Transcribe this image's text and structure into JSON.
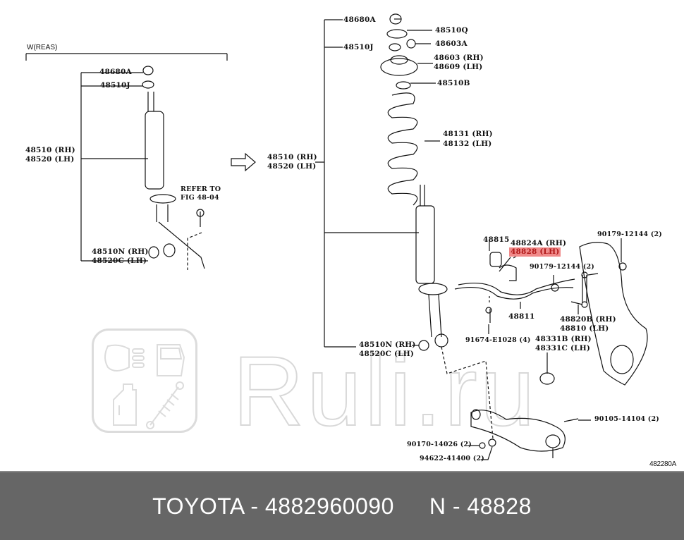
{
  "diagram": {
    "section_label": "W(REAS)",
    "figure_code": "482280A",
    "refer_note": [
      "REFER TO",
      "FIG 48-04"
    ],
    "left_assembly": {
      "labels": [
        {
          "id": "l_48680A",
          "text": "48680A"
        },
        {
          "id": "l_48510J",
          "text": "48510J"
        },
        {
          "id": "l_48510",
          "text": "48510 (RH)"
        },
        {
          "id": "l_48520",
          "text": "48520 (LH)"
        },
        {
          "id": "l_48510N",
          "text": "48510N (RH)"
        },
        {
          "id": "l_48520C",
          "text": "48520C (LH)"
        }
      ]
    },
    "right_assembly": {
      "labels": [
        {
          "id": "r_48680A",
          "text": "48680A"
        },
        {
          "id": "r_48510Q",
          "text": "48510Q"
        },
        {
          "id": "r_48510J",
          "text": "48510J"
        },
        {
          "id": "r_48603A",
          "text": "48603A"
        },
        {
          "id": "r_48603",
          "text": "48603 (RH)"
        },
        {
          "id": "r_48609",
          "text": "48609 (LH)"
        },
        {
          "id": "r_48510B",
          "text": "48510B"
        },
        {
          "id": "r_48131",
          "text": "48131 (RH)"
        },
        {
          "id": "r_48132",
          "text": "48132 (LH)"
        },
        {
          "id": "r_48510",
          "text": "48510 (RH)"
        },
        {
          "id": "r_48520",
          "text": "48520 (LH)"
        },
        {
          "id": "r_48815",
          "text": "48815"
        },
        {
          "id": "r_48824A",
          "text": "48824A (RH)"
        },
        {
          "id": "r_48828",
          "text": "48828 (LH)",
          "highlighted": true
        },
        {
          "id": "r_90179a",
          "text": "90179-12144 (2)"
        },
        {
          "id": "r_90179b",
          "text": "90179-12144 (2)"
        },
        {
          "id": "r_48811",
          "text": "48811"
        },
        {
          "id": "r_91674",
          "text": "91674-E1028 (4)"
        },
        {
          "id": "r_48820B",
          "text": "48820B (RH)"
        },
        {
          "id": "r_48810",
          "text": "48810 (LH)"
        },
        {
          "id": "r_48331B",
          "text": "48331B (RH)"
        },
        {
          "id": "r_48331C",
          "text": "48331C (LH)"
        },
        {
          "id": "r_48510N",
          "text": "48510N (RH)"
        },
        {
          "id": "r_48520C",
          "text": "48520C (LH)"
        },
        {
          "id": "r_90105",
          "text": "90105-14104 (2)"
        },
        {
          "id": "r_90170",
          "text": "90170-14026 (2)"
        },
        {
          "id": "r_94622",
          "text": "94622-41400 (2)"
        }
      ]
    },
    "highlight_color": "#f08a8a",
    "highlight_text_color": "#b01818"
  },
  "watermark": {
    "text": "Ruli.ru",
    "icons": [
      "headlight-icon",
      "car-door-icon",
      "oil-bottle-icon",
      "shock-absorber-icon"
    ]
  },
  "footer": {
    "brand": "TOYOTA",
    "separator": " - ",
    "part_number": "4882960090",
    "n_label": "N",
    "n_value": "48828",
    "background": "#666666",
    "text_color": "#ffffff"
  }
}
